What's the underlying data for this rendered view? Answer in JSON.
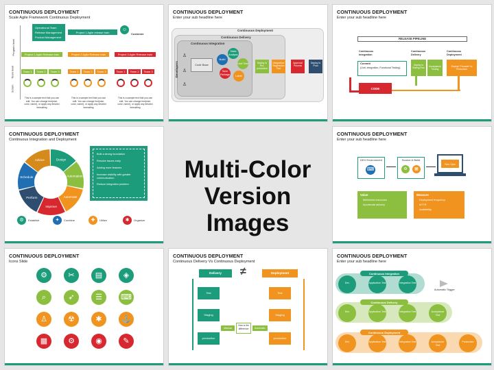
{
  "center_title": {
    "line1": "Multi-Color",
    "line2": "Version Images"
  },
  "slides": [
    {
      "title": "CONTINUOUS DEPLOYMENT",
      "subtitle": "Scale Agile Framework Continuous Deployment",
      "lanes": [
        "Program level",
        "Team level",
        "Scrum"
      ],
      "top_box": [
        "Operational Team",
        "Release Management",
        "Product Management"
      ],
      "project_banner": "Project 1 Agile release train",
      "customer": "Customer",
      "releases": [
        "Project 1 Agile Release train",
        "Project 2 Agile Release train",
        "Project 3 Agile Release train"
      ],
      "teams": [
        "Team 1",
        "Team 2",
        "Team 3",
        "Team 1",
        "Team 2",
        "Team 3",
        "Team 1",
        "Team 2",
        "Team 3"
      ],
      "sample": "This is a sample text that you can edit. You can change font(size, color, name), or apply any desired formatting"
    },
    {
      "title": "CONTINUOUS DEPLOYMENT",
      "subtitle": "Enter your sub headline here",
      "outer": "Continuous  Deployment",
      "mid": "Continuous Delivery",
      "inner": "Continuous  Integration",
      "developers": "Developers",
      "code_base": "Code Base",
      "circle": [
        "Build",
        "Static Analysis",
        "Unit Test",
        "Label",
        "Save Package"
      ],
      "steps": [
        "Deploy to Pre-production",
        "Integration/ Regression Test",
        "Approval Process",
        "Deploy to Prod"
      ]
    },
    {
      "title": "CONTINUOUS DEPLOYMENT",
      "subtitle": "Enter your sub headline here",
      "pipeline": "RELEASE PIPELINE",
      "heads": [
        "Continuous Integration",
        "Continuous Delivery",
        "Continuous Deployment"
      ],
      "commit": "Commit",
      "commit_desc": "(Unit, integration, Functional Testing)",
      "deploy_staging": "Deploy to Testing Env.",
      "acceptance": "Acceptance Testing",
      "deploy_prod": "Deploy* Promote* to Production",
      "code": "CODE"
    },
    {
      "title": "CONTINUOUS DEPLOYMENT",
      "subtitle": "Continuous Integration and Deployment",
      "segments": [
        "Design",
        "Automation",
        "Automate",
        "Improve",
        "Perform",
        "Schedule",
        "Advice"
      ],
      "bullets": [
        "Built a strong foundation",
        "Resolve issues early",
        "Adding more features",
        "Increase visibility with greater communication",
        "Reduce integration problem"
      ],
      "legend": [
        "Establish",
        "Combine",
        "Utilize",
        "Organize"
      ]
    },
    {
      "title": "CONTINUOUS DEPLOYMENT",
      "subtitle": "Enter your sub headline here",
      "dev_env": "DEV Environment",
      "source": "Source & Build",
      "devops": "Dev Ops",
      "value_head": "Value",
      "value_items": [
        "Minimized resources",
        "Accelerate delivery"
      ],
      "measure_head": "Measure",
      "measure_items": [
        "Deployment frequency",
        "MTTR",
        "Availability"
      ]
    },
    {
      "title": "CONTINUOUS DEPLOYMENT",
      "subtitle": "Icons Slide"
    },
    {
      "title": "CONTINUOUS DEPLOYMENT",
      "subtitle": "Continuous Delivery Vs Continuous Deployment",
      "delivery": "Delivery",
      "deployment": "Deployment",
      "neq": "≠",
      "left": [
        "Test",
        "Staging",
        "production"
      ],
      "right": [
        "Test",
        "Staging",
        "production"
      ],
      "manual": "Manual",
      "automatic": "Automatic",
      "difference": "How is the difference"
    },
    {
      "title": "CONTINUOUS DEPLOYMENT",
      "subtitle": "Enter your sub headline here",
      "rows": [
        {
          "name": "Continuous  Integration",
          "items": [
            "Dev",
            "Application Test",
            "Integration Test"
          ]
        },
        {
          "name": "Continuous Delivery",
          "items": [
            "Dev",
            "Application Test",
            "Integration Test",
            "Acceptance Test"
          ]
        },
        {
          "name": "Continuous  Deployment",
          "items": [
            "Dev",
            "Application Test",
            "Integration Test",
            "Acceptance Test",
            "Production"
          ]
        }
      ],
      "trigger": "Automatic Trigger"
    }
  ],
  "colors": {
    "green": "#1c9c7a",
    "lime": "#8cbf3f",
    "orange": "#f0931f",
    "red": "#d7282f",
    "blue": "#1f6fb2"
  }
}
